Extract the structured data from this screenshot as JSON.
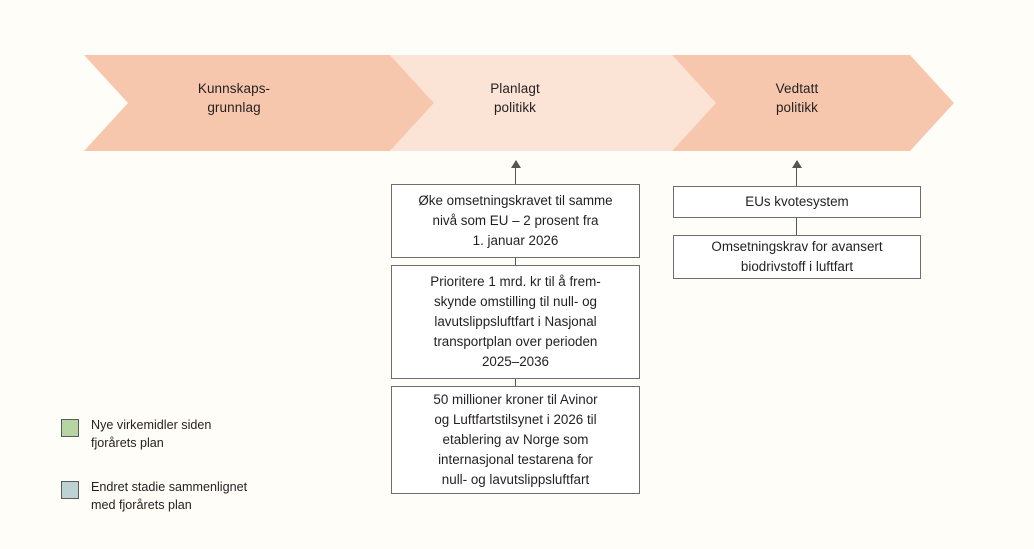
{
  "page": {
    "background_color": "#fffdf7",
    "text_color": "#231f20"
  },
  "banner": {
    "name": "policy-stage-banner",
    "stages": [
      {
        "id": "kunnskapsgrunnlag",
        "label": "Kunnskaps-\ngrunnlag",
        "color": "#f7c7ad"
      },
      {
        "id": "planlagt-politikk",
        "label": "Planlagt\npolitikk",
        "color": "#fbe3d6"
      },
      {
        "id": "vedtatt-politikk",
        "label": "Vedtatt\npolitikk",
        "color": "#f7c7ad"
      }
    ]
  },
  "columns": {
    "planlagt": {
      "boxes": [
        {
          "id": "okt-omsetningskrav",
          "text": "Øke omsetningskravet til samme\nnivå som EU – 2  prosent fra\n1. januar 2026"
        },
        {
          "id": "prioritere-1-mrd",
          "text": "Prioritere 1 mrd. kr til å frem-\nskynde omstilling til null- og\nlavutslippsluftfart i Nasjonal\ntransportplan over perioden\n2025–2036"
        },
        {
          "id": "50-mill-avinor",
          "text": "50 millioner kroner til Avinor\nog Luftfartstilsynet i 2026 til\netablering av Norge som\ninternasjonal testarena for\nnull- og lavutslippsluftfart"
        }
      ]
    },
    "vedtatt": {
      "boxes": [
        {
          "id": "eus-kvotesystem",
          "text": "EUs kvotesystem"
        },
        {
          "id": "omsetningskrav-biodrivstoff",
          "text": "Omsetningskrav for avansert\nbiodrivstoff i luftfart"
        }
      ]
    }
  },
  "legend": {
    "items": [
      {
        "id": "nye-virkemidler",
        "label": "Nye virkemidler siden\nfjorårets plan",
        "color": "#b6d5a3",
        "border_color": "#5a5a5a"
      },
      {
        "id": "endret-stadie",
        "label": "Endret stadie sammenlignet\nmed fjorårets plan",
        "color": "#bdd2d2",
        "border_color": "#5a5a5a"
      }
    ]
  }
}
